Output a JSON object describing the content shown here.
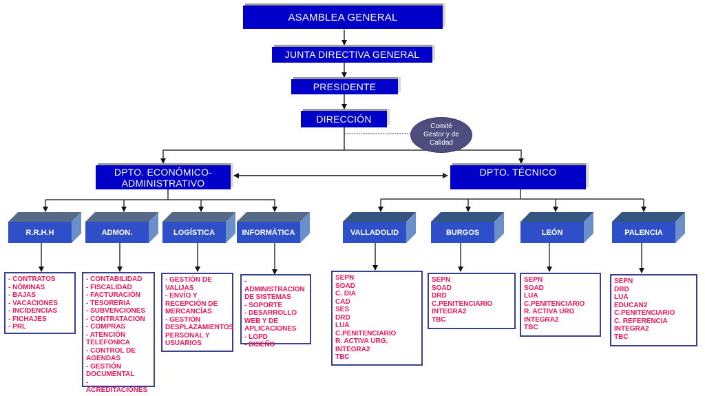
{
  "top_levels": {
    "asamblea": "ASAMBLEA GENERAL",
    "junta": "JUNTA DIRECTIVA GENERAL",
    "presidente": "PRESIDENTE",
    "direccion": "DIRECCIÓN"
  },
  "comite": [
    "Comité",
    "Gestor  y de",
    "Calidad"
  ],
  "departments": {
    "economico": [
      "DPTO. ECONÓMICO-",
      "ADMINISTRATIVO"
    ],
    "tecnico": "DPTO. TÉCNICO"
  },
  "economico_units": [
    {
      "name": "R.R.H.H",
      "tasks": [
        "- CONTRATOS",
        "- NÓMINAS",
        "- BAJAS",
        "- VACACIONES",
        "- INCIDENCIAS",
        "- FICHAJES",
        "- PRL"
      ]
    },
    {
      "name": "ADMON.",
      "tasks": [
        "- CONTABILIDAD",
        "- FISCALIDAD",
        "- FACTURACIÓN",
        "- TESORERIA",
        "- SUBVENCIONES",
        "- CONTRATACION",
        "- COMPRAS",
        "- ATENCIÓN TELEFONICA",
        "- CONTROL DE AGENDAS",
        "- GESTIÓN DOCUMENTAL",
        "- ACREDITACIONES"
      ]
    },
    {
      "name": "LOGÍSTICA",
      "tasks": [
        "- GESTIÓN DE VALIJAS",
        "- ENVÍO Y RECEPCIÓN DE MERCANCÍAS",
        "- GESTIÓN DESPLAZAMIENTOS PERSONAL Y USUARIOS"
      ]
    },
    {
      "name": "INFORMÁTICA",
      "tasks": [
        "- ADMINISTRACION DE SISTEMAS",
        "- SOPORTE",
        "- DESARROLLO WEB Y DE APLICACIONES",
        "- LOPD",
        "- DISEÑO"
      ]
    }
  ],
  "tecnico_units": [
    {
      "name": "VALLADOLID",
      "tasks": [
        " SEPN",
        " SOAD",
        " C. DIA",
        " CAD",
        " SES",
        " DRD",
        " LUA",
        "C.PENITENCIARIO",
        "R. ACTIVA URG.",
        "INTEGRA2",
        "TBC"
      ]
    },
    {
      "name": "BURGOS",
      "tasks": [
        "SEPN",
        "SOAD",
        "DRD",
        "C.PENITENCIARIO",
        "INTEGRA2",
        "TBC"
      ]
    },
    {
      "name": "LEÓN",
      "tasks": [
        "SEPN",
        "SOAD",
        "LUA",
        "C.PENITENCIARIO",
        "R. ACTIVA URG",
        "INTEGRA2",
        "TBC"
      ]
    },
    {
      "name": "PALENCIA",
      "tasks": [
        "SEPN",
        "DRD",
        "LUA",
        "EDUCAN2",
        "C.PENITENCIARIO",
        "C. REFERENCIA",
        "INTEGRA2",
        "TBC"
      ]
    }
  ],
  "colors": {
    "top_box": "#0000c8",
    "unit_front": "#2e4fc8",
    "unit_top_economico": "#566a88",
    "unit_top_tecnico": "#34557f",
    "task_text": "#f0145a",
    "list_border": "#3b3f8f",
    "ellipse": "#4e4e7e"
  }
}
